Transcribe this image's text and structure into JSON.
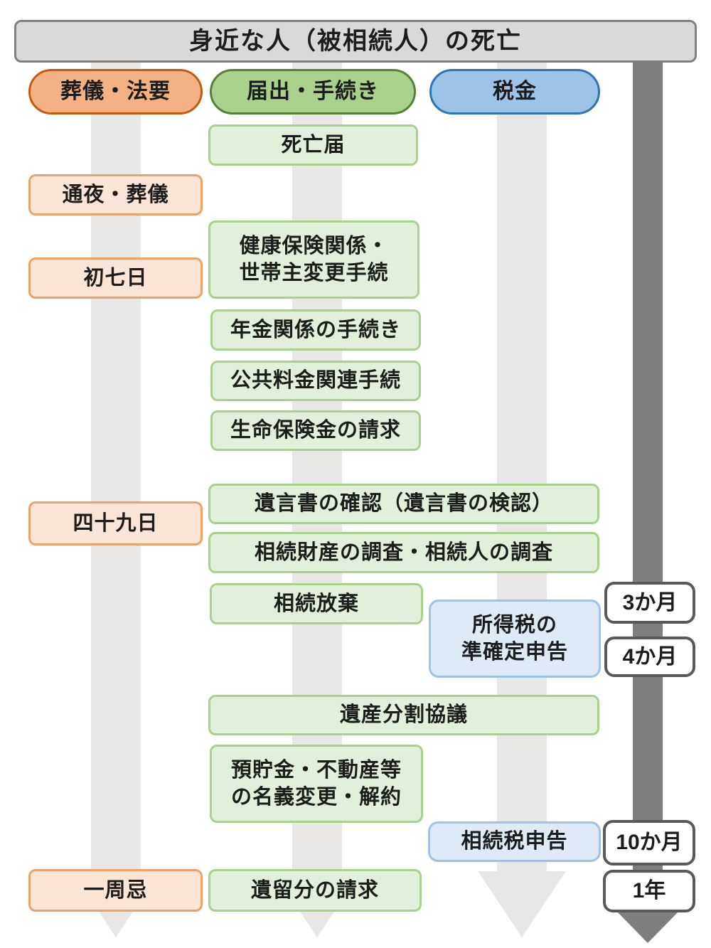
{
  "title": "身近な人（被相続人）の死亡",
  "lanes": {
    "funeral": {
      "header": "葬儀・法要",
      "items": {
        "tsuya_sougi": "通夜・葬儀",
        "shonanoka": "初七日",
        "shijuukunichi": "四十九日",
        "isshuuki": "一周忌"
      }
    },
    "procedures": {
      "header": "届出・手続き",
      "items": {
        "shibou_todoke": "死亡届",
        "kenkou_hoken": "健康保険関係・\n世帯主変更手続",
        "nenkin": "年金関係の手続き",
        "koukyou_ryoukin": "公共料金関連手続",
        "seimei_hoken": "生命保険金の請求",
        "yuigonsho": "遺言書の確認（遺言書の検認）",
        "souzoku_chousa": "相続財産の調査・相続人の調査",
        "souzoku_houki": "相続放棄",
        "isan_bunkatsu": "遺産分割協議",
        "meigi_henkou": "預貯金・不動産等\nの名義変更・解約",
        "iryuubun": "遺留分の請求"
      }
    },
    "tax": {
      "header": "税金",
      "items": {
        "jun_kakutei": "所得税の\n準確定申告",
        "souzokuzei": "相続税申告"
      }
    }
  },
  "timeline": {
    "milestones": {
      "m3": "3か月",
      "m4": "4か月",
      "m10": "10か月",
      "y1": "1年"
    }
  },
  "colors": {
    "title_fill": "#d9d9d9",
    "title_border": "#7f7f7f",
    "funeral_header_fill": "#f4b183",
    "funeral_header_border": "#c55a11",
    "funeral_box_fill": "#fbe5d6",
    "funeral_box_border": "#eda269",
    "procedures_header_fill": "#a9d18e",
    "procedures_header_border": "#538135",
    "procedures_box_fill": "#e2efda",
    "procedures_box_border": "#a9d18e",
    "tax_header_fill": "#9dc3e6",
    "tax_header_border": "#2e74b5",
    "tax_box_fill": "#deebf7",
    "tax_box_border": "#9dc3e6",
    "arrow_light": "#e8e7e6",
    "arrow_dark": "#7f7f7f",
    "milestone_border": "#595959",
    "milestone_fill": "#ffffff"
  }
}
